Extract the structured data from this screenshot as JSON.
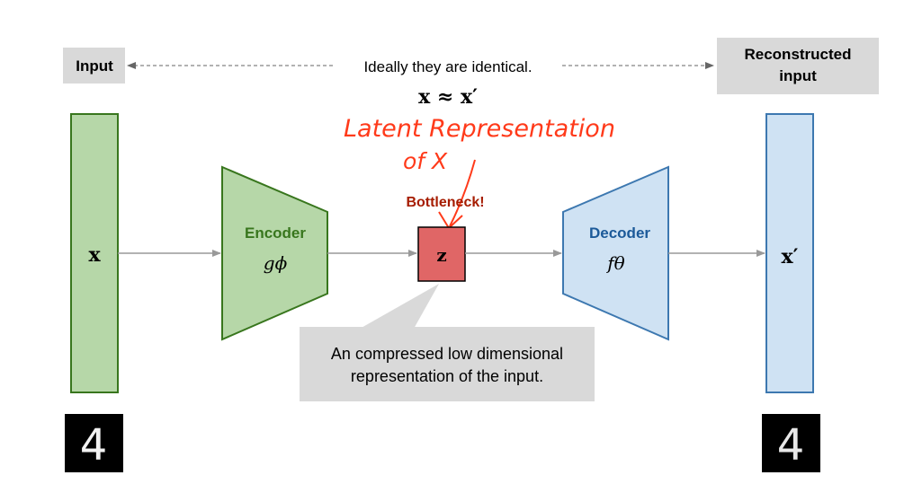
{
  "input_label": "Input",
  "reconstructed_label_line1": "Reconstructed",
  "reconstructed_label_line2": "input",
  "ideal_text": "Ideally they are identical.",
  "approx_formula": "x ≈ x′",
  "handwritten_line1": "Latent Representation",
  "handwritten_line2": "of X",
  "bottleneck_label": "Bottleneck!",
  "input_symbol": "x",
  "encoder_label": "Encoder",
  "encoder_func": "gϕ",
  "latent_symbol": "z",
  "decoder_label": "Decoder",
  "decoder_func": "fθ",
  "output_symbol": "x′",
  "callout_line1": "An compressed low dimensional",
  "callout_line2": "representation of the input.",
  "digit_input": "4",
  "digit_output": "4",
  "colors": {
    "input_fill": "#b6d7a8",
    "input_stroke": "#38761d",
    "encoder_text": "#38761d",
    "latent_fill": "#e06666",
    "decoder_fill": "#cfe2f3",
    "decoder_stroke": "#3d78b0",
    "decoder_text": "#1c5a99",
    "bottleneck_text": "#a61c00",
    "handwriting": "#ff3a1a",
    "label_box": "#d9d9d9",
    "arrow": "#999999"
  }
}
